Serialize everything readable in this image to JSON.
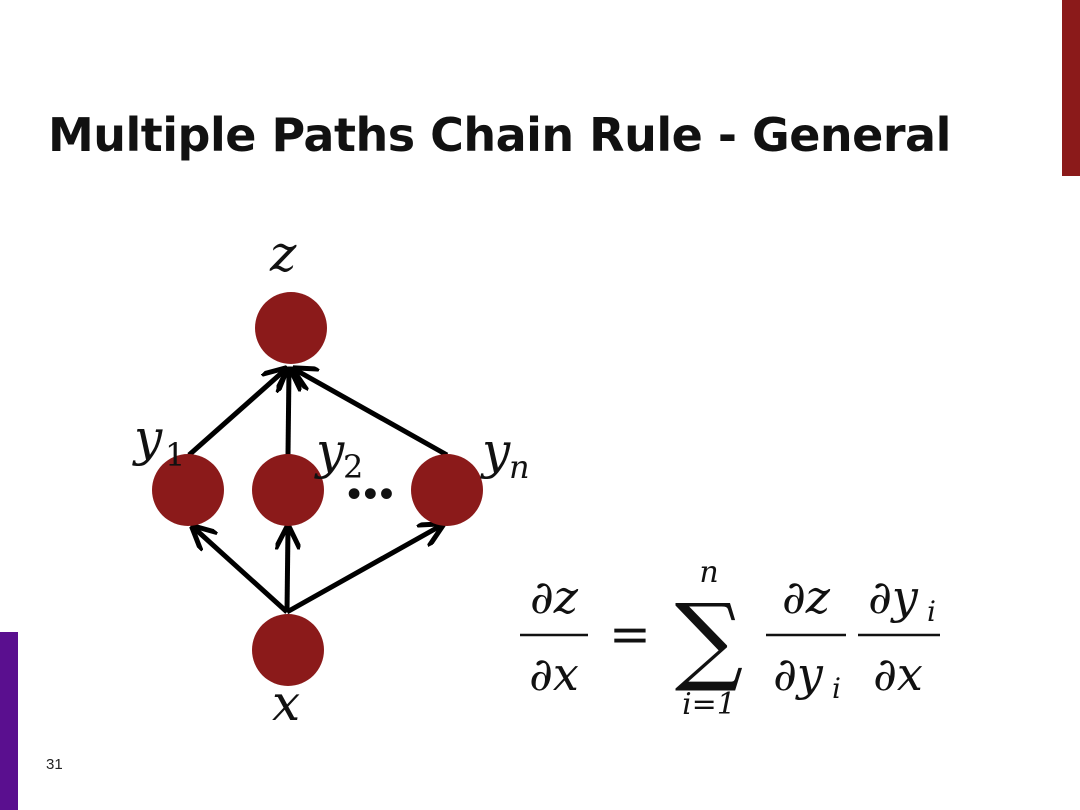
{
  "slide": {
    "title": "Multiple Paths Chain Rule - General",
    "page_number": "31",
    "colors": {
      "accent_top": "#8b1a1a",
      "accent_bottom": "#5a0f8f",
      "node": "#8b1a1a"
    }
  },
  "graph": {
    "nodes": {
      "z": "z",
      "y1_base": "y",
      "y1_sub": "1",
      "y2_base": "y",
      "y2_sub": "2",
      "yn_base": "y",
      "yn_sub": "n",
      "x": "x",
      "ellipsis": "..."
    }
  },
  "formula": {
    "lhs_num": "∂z",
    "lhs_den": "∂x",
    "equals": "=",
    "sum_symbol": "∑",
    "sum_upper": "n",
    "sum_lower": "i=1",
    "t1_num": "∂z",
    "t1_den_base": "∂y",
    "t1_den_sub": "i",
    "t2_num_base": "∂y",
    "t2_num_sub": "i",
    "t2_den": "∂x"
  }
}
